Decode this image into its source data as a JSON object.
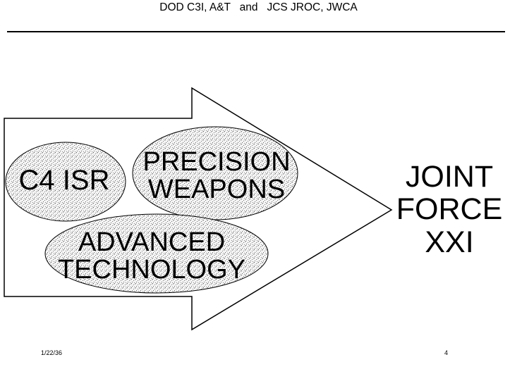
{
  "slide": {
    "header": "DOD C3I, A&T   and   JCS JROC, JWCA",
    "ovals": {
      "c4isr": "C4 ISR",
      "precision": [
        "PRECISION",
        "WEAPONS"
      ],
      "advanced": [
        "ADVANCED",
        "TECHNOLOGY"
      ]
    },
    "outcome": [
      "JOINT",
      "FORCE",
      "XXI"
    ],
    "footer_date": "1/22/36",
    "page_number": "4"
  }
}
